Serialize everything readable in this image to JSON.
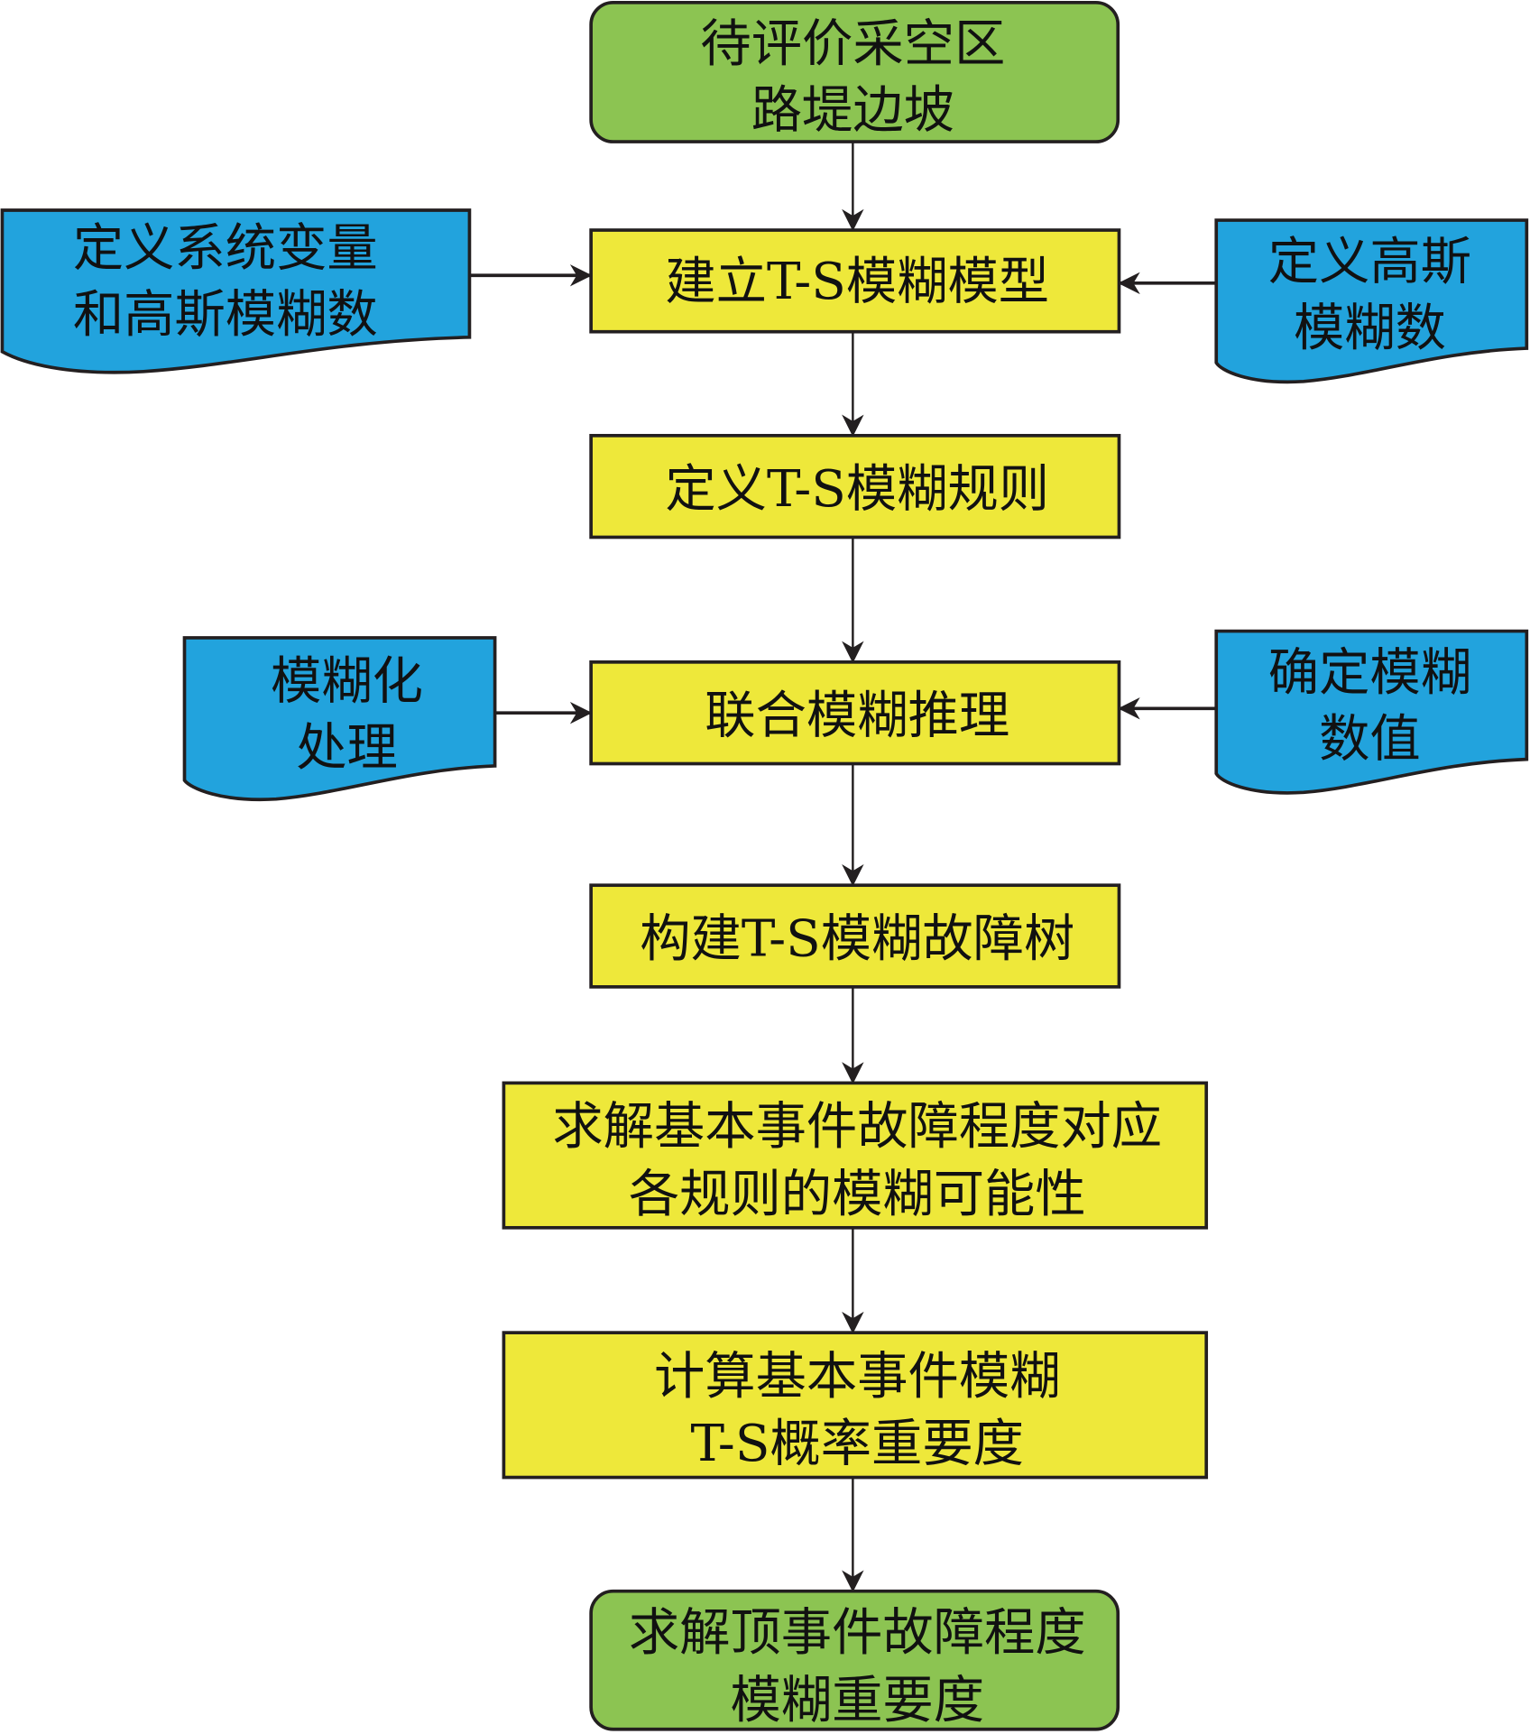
{
  "colors": {
    "terminal": "#8CC452",
    "process": "#EEE83A",
    "document": "#22A3DD",
    "stroke": "#231F20"
  },
  "start": {
    "lines": [
      "待评价采空区",
      "路堤边坡"
    ]
  },
  "steps": [
    {
      "lines": [
        "建立T-S模糊模型"
      ]
    },
    {
      "lines": [
        "定义T-S模糊规则"
      ]
    },
    {
      "lines": [
        "联合模糊推理"
      ]
    },
    {
      "lines": [
        "构建T-S模糊故障树"
      ]
    },
    {
      "lines": [
        "求解基本事件故障程度对应",
        "各规则的模糊可能性"
      ]
    },
    {
      "lines": [
        "计算基本事件模糊",
        "T-S概率重要度"
      ]
    }
  ],
  "end": {
    "lines": [
      "求解顶事件故障程度",
      "模糊重要度"
    ]
  },
  "inputs": [
    {
      "lines": [
        "定义系统变量",
        "和高斯模糊数"
      ]
    },
    {
      "lines": [
        "定义高斯",
        "模糊数"
      ]
    },
    {
      "lines": [
        "模糊化",
        "处理"
      ]
    },
    {
      "lines": [
        "确定模糊",
        "数值"
      ]
    }
  ]
}
